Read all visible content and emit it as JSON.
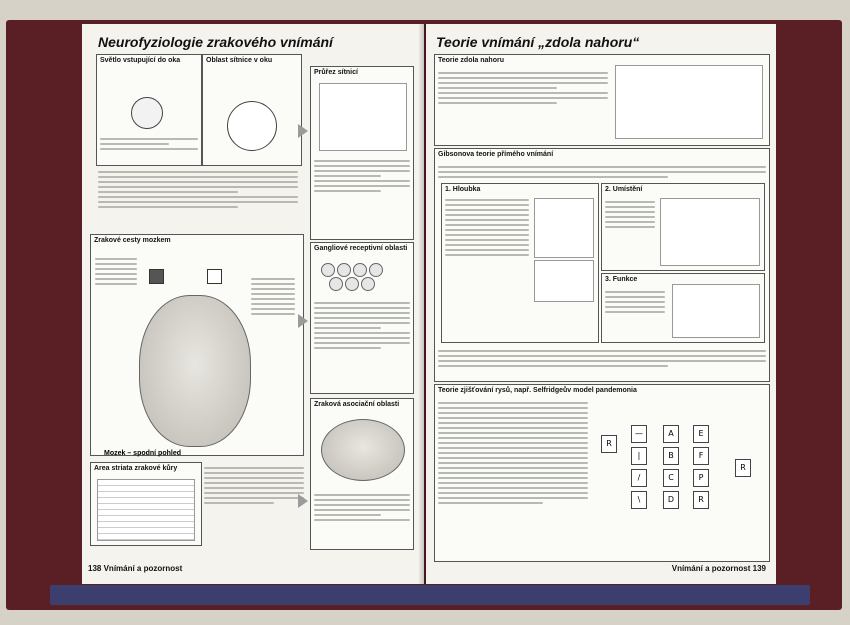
{
  "book": {
    "left_page": {
      "title": "Neurofyziologie zrakového vnímání",
      "page_number": "138",
      "running_head": "Vnímání a pozornost",
      "boxes": [
        "Světlo vstupující do oka",
        "Oblast sítnice v oku",
        "Průřez sítnicí",
        "Zrakové cesty mozkem",
        "Gangliové receptivní oblasti",
        "Zraková asociační oblasti",
        "Area striata zrakové kůry",
        "Mozek – spodní pohled"
      ]
    },
    "right_page": {
      "title": "Teorie vnímání „zdola nahoru“",
      "page_number": "139",
      "running_head": "Vnímání a pozornost",
      "boxes": [
        "Teorie zdola nahoru",
        "Gibsonova teorie přímého vnímání",
        "1. Hloubka",
        "2. Umístění",
        "3. Funkce",
        "Teorie zjišťování rysů, např. Selfridgeův model pandemonia"
      ]
    }
  },
  "colors": {
    "cover": "#5a1f24",
    "page": "#f4f3ee",
    "ink": "#111111"
  }
}
